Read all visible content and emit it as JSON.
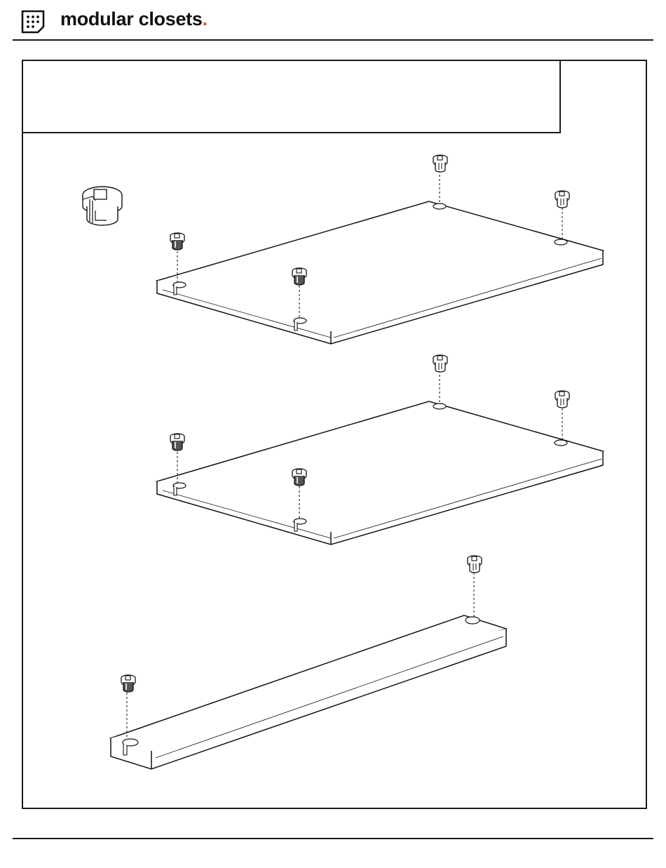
{
  "header": {
    "brand_name": "modular closets",
    "brand_dot": ".",
    "brand_accent": "#e8503a",
    "logo_icon": "grid-dots-icon"
  },
  "instruction": {
    "title": ""
  },
  "diagram": {
    "parts": [
      {
        "name": "shelf-panel",
        "cam_locks": 4
      },
      {
        "name": "shelf-panel",
        "cam_locks": 4
      },
      {
        "name": "rail",
        "cam_locks": 2
      }
    ],
    "hardware_callout": "cam-lock-housing"
  }
}
